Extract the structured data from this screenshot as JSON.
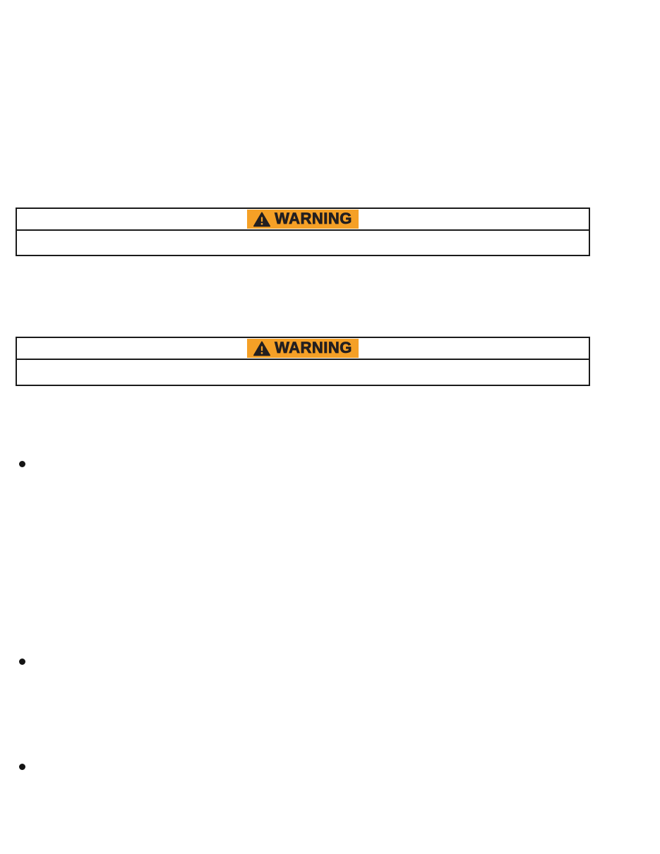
{
  "document": {
    "kind": "manual-page",
    "background_color": "#ffffff",
    "border_color": "#1a1a1a"
  },
  "warnings": [
    {
      "label": "WARNING",
      "icon": "warning-triangle",
      "accent_color": "#F5A026",
      "label_text_color": "#231F20",
      "body_text": ""
    },
    {
      "label": "WARNING",
      "icon": "warning-triangle",
      "accent_color": "#F5A026",
      "label_text_color": "#231F20",
      "body_text": ""
    }
  ],
  "bullet_list": {
    "marker": "disc",
    "marker_color": "#141414",
    "items": [
      {
        "text": ""
      },
      {
        "text": ""
      },
      {
        "text": ""
      }
    ]
  }
}
